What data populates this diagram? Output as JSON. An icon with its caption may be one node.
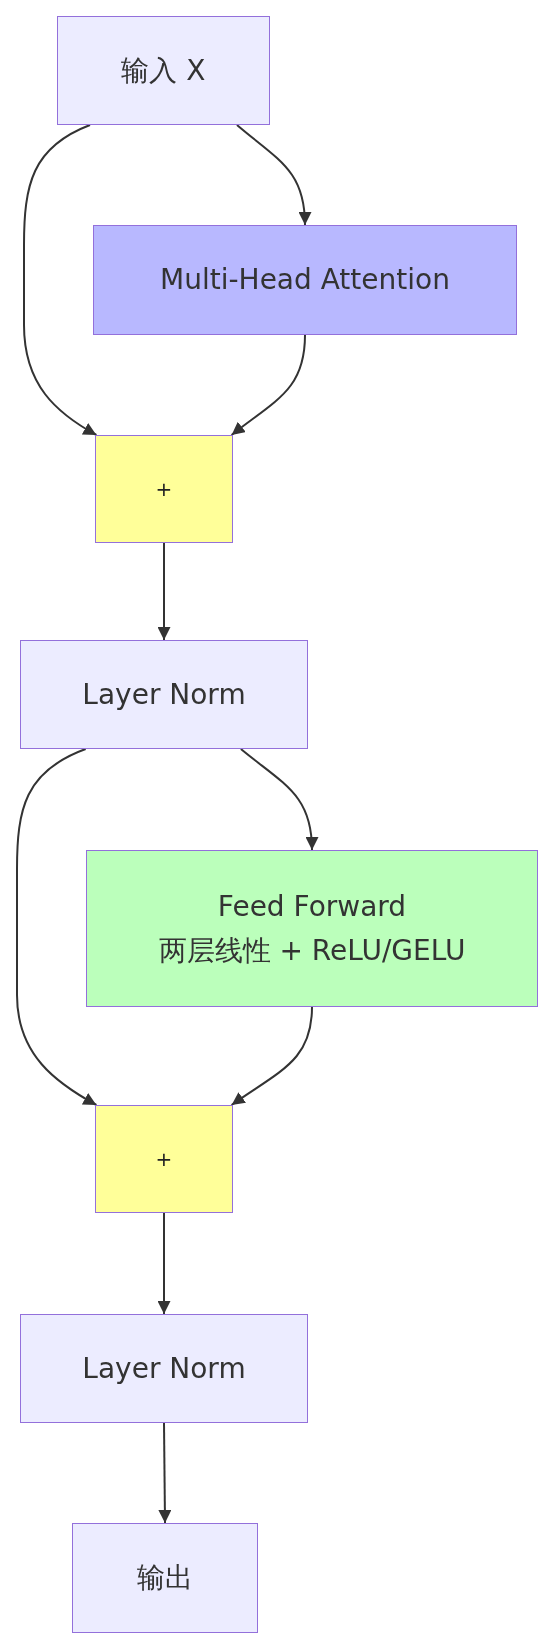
{
  "diagram": {
    "nodes": [
      {
        "text": [
          "输入 X"
        ]
      },
      {
        "text": [
          "Multi-Head Attention"
        ]
      },
      {
        "text": [
          "+"
        ]
      },
      {
        "text": [
          "Layer Norm"
        ]
      },
      {
        "text": [
          "Feed Forward",
          "两层线性 + ReLU/GELU"
        ]
      },
      {
        "text": [
          "+"
        ]
      },
      {
        "text": [
          "Layer Norm"
        ]
      },
      {
        "text": [
          "输出"
        ]
      }
    ],
    "edges": [
      {
        "from": 0,
        "to": 1,
        "arrow": "to"
      },
      {
        "from": 0,
        "to": 2,
        "arrow": "to"
      },
      {
        "from": 1,
        "to": 2,
        "arrow": "to"
      },
      {
        "from": 2,
        "to": 3,
        "arrow": "to"
      },
      {
        "from": 3,
        "to": 4,
        "arrow": "to"
      },
      {
        "from": 3,
        "to": 5,
        "arrow": "to"
      },
      {
        "from": 4,
        "to": 5,
        "arrow": "to"
      },
      {
        "from": 5,
        "to": 6,
        "arrow": "to"
      },
      {
        "from": 6,
        "to": 7,
        "arrow": "to"
      }
    ]
  }
}
